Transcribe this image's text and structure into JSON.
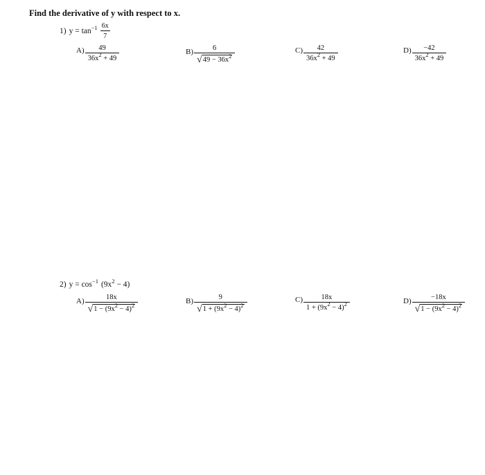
{
  "heading": "Find the derivative of y with respect to x.",
  "problems": [
    {
      "number": "1)",
      "question": {
        "lhs": "y = tan",
        "exp": "−1",
        "frac_num": "6x",
        "frac_den": "7"
      },
      "choices": [
        {
          "letter": "A)",
          "num": "49",
          "den_base": "36x",
          "den_sup": "2",
          "den_tail": " + 49"
        },
        {
          "letter": "B)",
          "num": "6",
          "den_rad_base": "49 − 36x",
          "den_rad_sup": "2"
        },
        {
          "letter": "C)",
          "num": "42",
          "den_base": "36x",
          "den_sup": "2",
          "den_tail": " + 49"
        },
        {
          "letter": "D)",
          "num": "−42",
          "den_base": "36x",
          "den_sup": "2",
          "den_tail": " + 49"
        }
      ]
    },
    {
      "number": "2)",
      "question": {
        "lhs": "y = cos",
        "exp": "−1",
        "arg_base": "(9x",
        "arg_sup": "2",
        "arg_tail": " − 4)"
      },
      "choices": [
        {
          "letter": "A)",
          "num": "18x",
          "rad_a": "1 − (9x",
          "rad_sup": "2",
          "rad_b": " − 4)",
          "rad_sup2": "2"
        },
        {
          "letter": "B)",
          "num": "9",
          "rad_a": "1 + (9x",
          "rad_sup": "2",
          "rad_b": " − 4)",
          "rad_sup2": "2"
        },
        {
          "letter": "C)",
          "num": "18x",
          "den_a": "1 + (9x",
          "den_sup": "2",
          "den_b": " − 4)",
          "den_sup2": "2"
        },
        {
          "letter": "D)",
          "num": "−18x",
          "rad_a": "1 − (9x",
          "rad_sup": "2",
          "rad_b": " − 4)",
          "rad_sup2": "2"
        }
      ]
    }
  ]
}
